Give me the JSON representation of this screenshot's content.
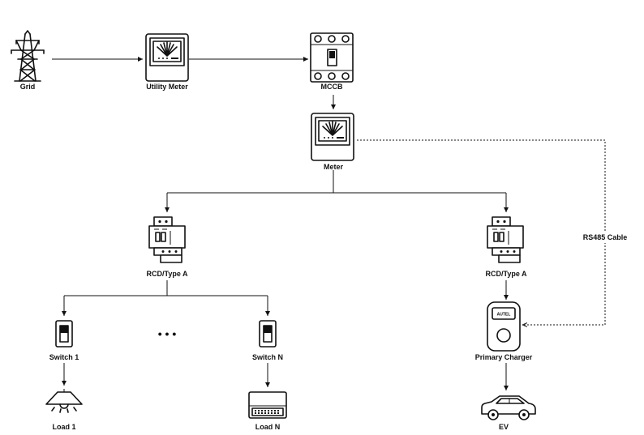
{
  "nodes": {
    "grid": "Grid",
    "utility_meter": "Utility Meter",
    "mccb": "MCCB",
    "meter": "Meter",
    "rcd_left": "RCD/Type A",
    "rcd_right": "RCD/Type A",
    "switch_1": "Switch 1",
    "switch_n": "Switch N",
    "load_1": "Load 1",
    "load_n": "Load N",
    "primary_charger": "Primary Charger",
    "ev": "EV",
    "ellipsis": "• • •"
  },
  "links": {
    "rs485": "RS485 Cable"
  },
  "charger_brand": "AUTEL"
}
